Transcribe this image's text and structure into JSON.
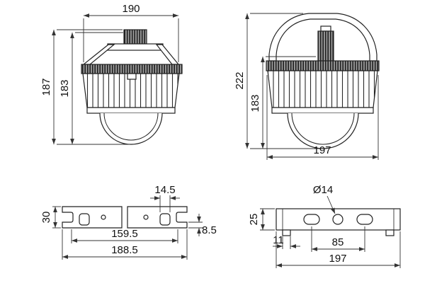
{
  "drawing": {
    "front_view": {
      "width_top": "190",
      "height_overall": "187",
      "height_body": "183"
    },
    "side_view": {
      "height_overall": "222",
      "height_body": "183",
      "width_bottom": "197"
    },
    "plate_view": {
      "slot_width": "14.5",
      "height": "30",
      "inner_span": "159.5",
      "step_height": "8.5",
      "outer_span": "188.5"
    },
    "bar_view": {
      "hole_diameter": "Ø14",
      "height": "25",
      "tab_width": "11",
      "hole_spacing": "85",
      "width": "197"
    }
  }
}
